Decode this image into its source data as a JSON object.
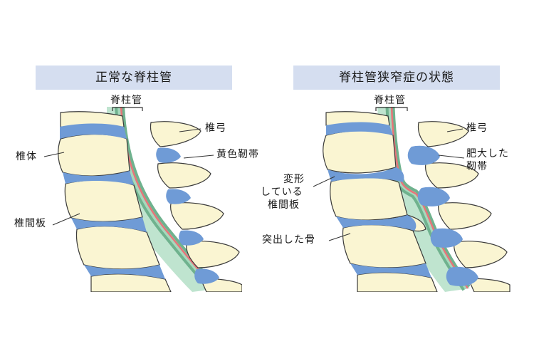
{
  "left_panel": {
    "title": "正常な脊柱管",
    "labels": {
      "canal": "脊柱管",
      "lamina": "椎弓",
      "ligament": "黄色靭帯",
      "body": "椎体",
      "disc": "椎間板"
    }
  },
  "right_panel": {
    "title": "脊柱管狭窄症の状態",
    "labels": {
      "canal": "脊柱管",
      "lamina": "椎弓",
      "ligament_line1": "肥大した",
      "ligament_line2": "靭帯",
      "disc_line1": "変形",
      "disc_line2": "している",
      "disc_line3": "椎間板",
      "bone": "突出した骨"
    }
  },
  "colors": {
    "bone": "#faf5d2",
    "bone_stroke": "#3a3a3a",
    "disc": "#6f9bd6",
    "canal_outer": "#bfe4cf",
    "canal_band": "#6fb28e",
    "nerve": "#e8747a",
    "title_bg": "#d5def0"
  }
}
